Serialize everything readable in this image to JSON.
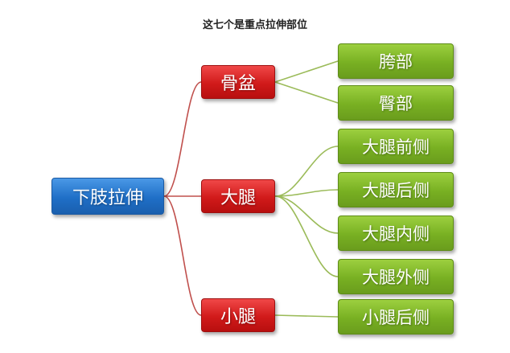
{
  "title": "这七个是重点拉伸部位",
  "root": {
    "label": "下肢拉伸"
  },
  "groups": [
    {
      "label": "骨盆",
      "children": [
        "胯部",
        "臀部"
      ]
    },
    {
      "label": "大腿",
      "children": [
        "大腿前侧",
        "大腿后侧",
        "大腿内侧",
        "大腿外侧"
      ]
    },
    {
      "label": "小腿",
      "children": [
        "小腿后侧"
      ]
    }
  ],
  "colors": {
    "root": "#1f6fc7",
    "group": "#d11a1a",
    "leaf": "#78b022",
    "root_link": "#c0504d",
    "leaf_link": "#9bbb59"
  }
}
